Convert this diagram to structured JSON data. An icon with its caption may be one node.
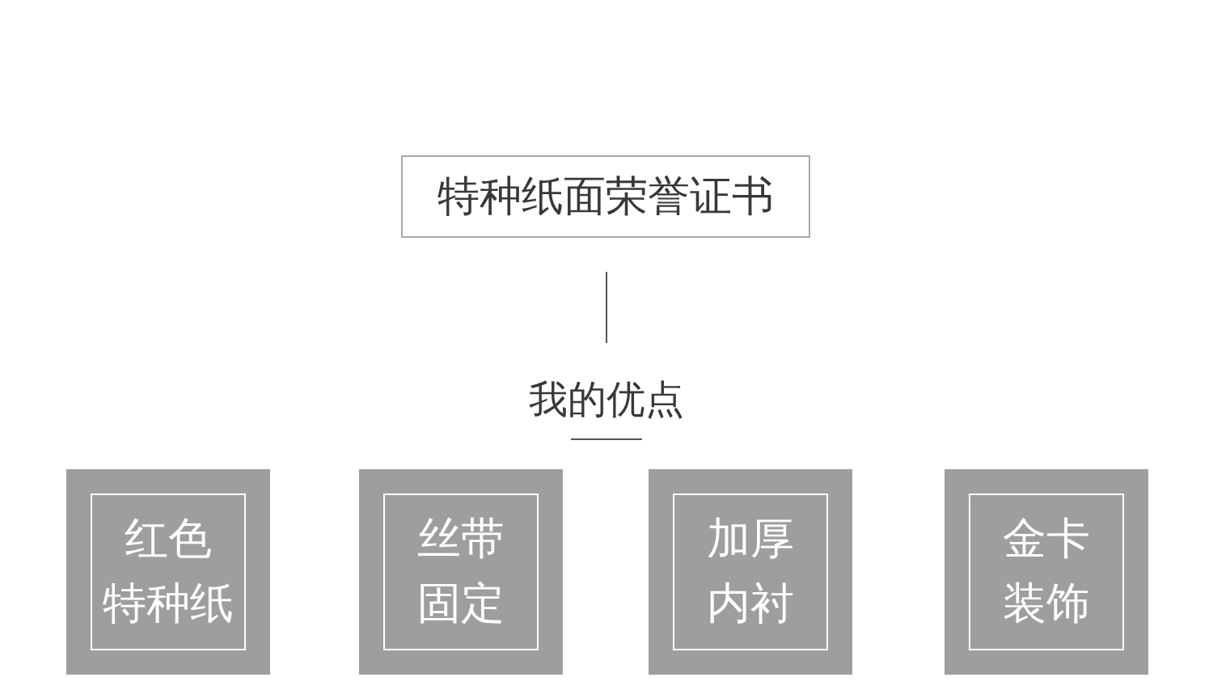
{
  "diagram": {
    "nodes": [
      {
        "text": [
          "特种纸面荣誉证书"
        ]
      },
      {
        "text": [
          "我的优点"
        ]
      },
      {
        "text": [
          "红色特种纸"
        ]
      },
      {
        "text": [
          "丝带固定"
        ]
      },
      {
        "text": [
          "加厚内衬"
        ]
      },
      {
        "text": [
          "金卡装饰"
        ]
      }
    ],
    "edges": [
      {
        "from": 0,
        "to": 1,
        "arrow": "none"
      }
    ]
  }
}
